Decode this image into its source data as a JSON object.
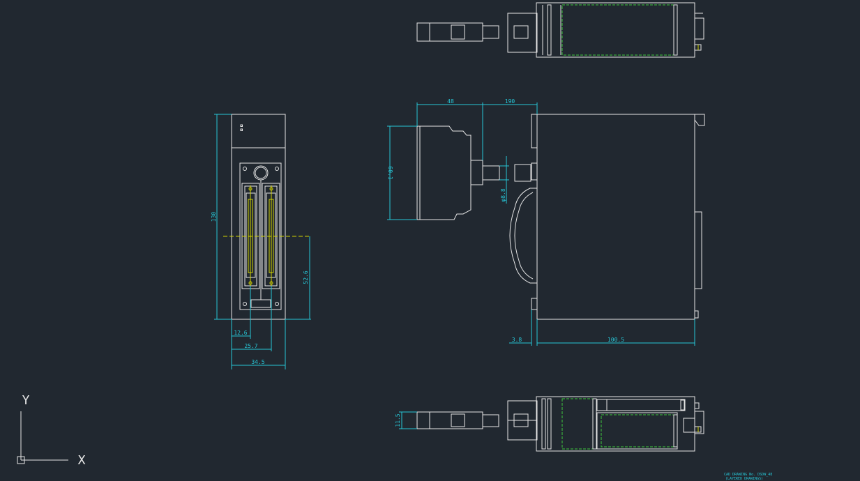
{
  "drawing": {
    "dimensions": {
      "height_130": "130",
      "d_12_6": "12.6",
      "d_25_7": "25.7",
      "d_34_5": "34.5",
      "d_52_6": "52.6",
      "d_48": "48",
      "d_190": "190",
      "d_60_1": "60.1",
      "d_phi8_8": "φ8.8",
      "d_3_8": "3.8",
      "d_100_5": "100.5",
      "d_11_5": "11.5"
    },
    "title_block": {
      "line1": "CAD DRAWING No. DSDW_48",
      "line2": "(LAYERED DRAWINGS)"
    }
  },
  "ucs": {
    "x_label": "X",
    "y_label": "Y"
  },
  "colors": {
    "background": "#212830",
    "outline": "#e6e6e6",
    "dimension": "#27c6d6",
    "hidden": "#3ec93e",
    "center": "#d4d400"
  }
}
